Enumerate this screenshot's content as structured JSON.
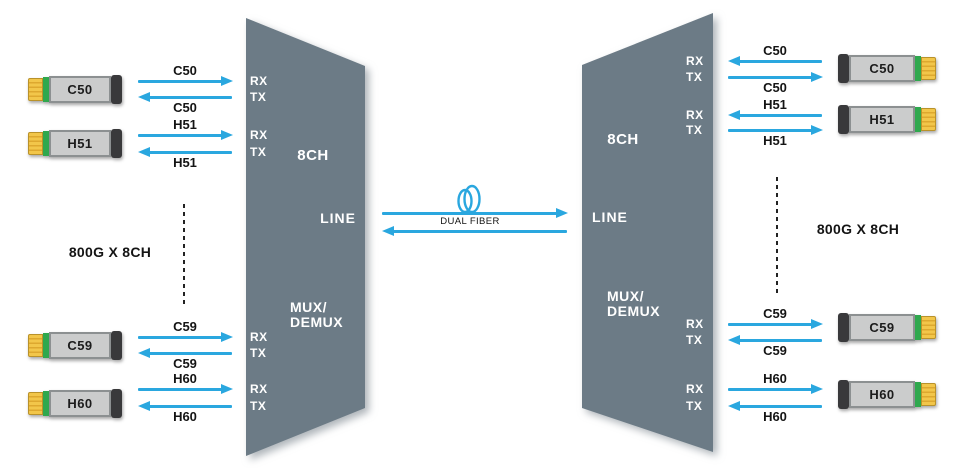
{
  "colors": {
    "arrow": "#2AA7DF",
    "trapezoid": "#6C7B86",
    "port_text": "#FFFFFF",
    "label_text": "#141414",
    "module_body": "#CBCCCC",
    "module_border": "#8C9091",
    "module_latch": "#39393B",
    "module_green": "#2FA84E",
    "module_yellow": "#F2C64A",
    "module_yellow_stripe": "#DDA82F",
    "dashed": "#222222"
  },
  "units": {
    "left": {
      "ch": "8CH",
      "line": "LINE",
      "mux1": "MUX/",
      "mux2": "DEMUX"
    },
    "right": {
      "ch": "8CH",
      "line": "LINE",
      "mux1": "MUX/",
      "mux2": "DEMUX"
    }
  },
  "ports": {
    "rx": "RX",
    "tx": "TX"
  },
  "group_labels": {
    "left": "800G X 8CH",
    "right": "800G X 8CH"
  },
  "center": {
    "fiber_label": "DUAL FIBER",
    "coil_icon": "fiber-coil-icon"
  },
  "links": {
    "left": [
      {
        "channel": "C50"
      },
      {
        "channel": "H51"
      },
      {
        "channel": "C59"
      },
      {
        "channel": "H60"
      }
    ],
    "right": [
      {
        "channel": "C50"
      },
      {
        "channel": "H51"
      },
      {
        "channel": "C59"
      },
      {
        "channel": "H60"
      }
    ]
  }
}
